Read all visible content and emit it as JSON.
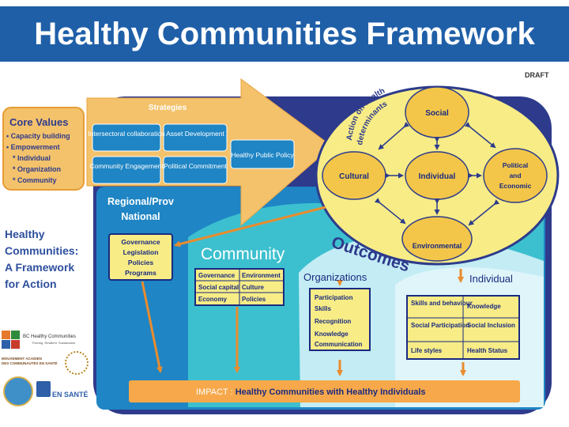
{
  "title": "Healthy Communities Framework",
  "draft_label": "DRAFT",
  "strategies": {
    "heading": "Strategies",
    "boxes": [
      "Intersectoral collaboration",
      "Asset Development",
      "Community Engagement",
      "Political Commitment"
    ],
    "policy_box": "Healthy Public Policy"
  },
  "core_values": {
    "heading": "Core Values",
    "items": [
      "• Capacity building",
      "• Empowerment",
      "* Individual",
      "* Organization",
      "* Community"
    ]
  },
  "region": {
    "line1": "Regional/Prov",
    "line2": "National",
    "items": [
      "Governance",
      "Legislation",
      "Policies",
      "Programs"
    ]
  },
  "framework_title": [
    "Healthy",
    "Communities:",
    "A Framework",
    "for Action"
  ],
  "determinants": {
    "arc_line1": "Action on health",
    "arc_line2": "determinants",
    "nodes": {
      "social": "Social",
      "cultural": "Cultural",
      "individual": "Individual",
      "political": [
        "Political",
        "and",
        "Economic"
      ],
      "environmental": "Environmental"
    }
  },
  "outcomes_label": "Outcomes",
  "community": {
    "heading": "Community",
    "cells": [
      [
        "Governance",
        "Environment"
      ],
      [
        "Social capital",
        "Culture"
      ],
      [
        "Economy",
        "Policies"
      ]
    ]
  },
  "organizations": {
    "heading": "Organizations",
    "items": [
      "Participation",
      "Skills",
      "Recognition",
      "Knowledge",
      "Communication"
    ]
  },
  "individual": {
    "heading": "Individual",
    "cells": [
      [
        "Skills and behaviour",
        "Knowledge"
      ],
      [
        "Social Participation",
        "Social Inclusion"
      ],
      [
        "Life styles",
        "Health Status"
      ]
    ]
  },
  "impact": {
    "prefix": "IMPACT : ",
    "text": "Healthy Communities with Healthy Individuals"
  },
  "logos": {
    "bc_line1": "BC Healthy Communities",
    "bc_line2": "Thriving. Resilient. Sustainable.",
    "mouvement_line1": "MOUVEMENT ACADIEN",
    "mouvement_line2": "DES COMMUNAUTÉS EN SANTÉ",
    "en_sante": "EN SANTÉ"
  },
  "colors": {
    "title_bar": "#1f5fa8",
    "navy_frame": "#2e3a8c",
    "blue_panel": "#1f85c4",
    "teal": "#3cc0cf",
    "light_teal": "#c4ecf4",
    "yellow": "#f7ec86",
    "orange": "#f0a848",
    "impact_bar": "#f7a84a",
    "text_blue": "#2e4f9e"
  }
}
